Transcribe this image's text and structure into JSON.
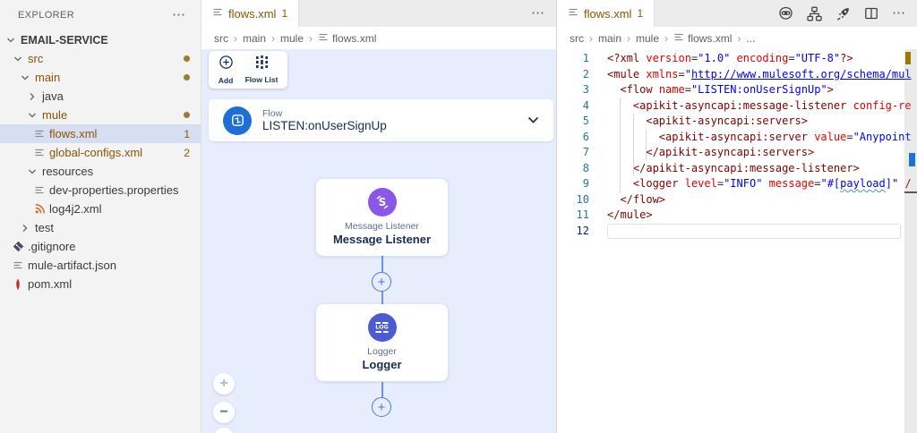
{
  "colors": {
    "modified": "#895503",
    "canvas_bg": "#e7edfc",
    "flow_blue": "#1d6fd6",
    "listener_purple": "#8a57e8",
    "logger_indigo": "#4a5bd4",
    "connector_blue": "#6b94d6",
    "code_tag": "#800000",
    "code_attr": "#e50000",
    "code_value": "#0000ff",
    "ruler_modified": "#9a7b00",
    "ruler_info": "#2172cf"
  },
  "sidebar": {
    "title": "EXPLORER",
    "more_glyph": "⋯",
    "tree": [
      {
        "label": "EMAIL-SERVICE",
        "depth": 0,
        "type": "folder",
        "chev": "down",
        "bold": true
      },
      {
        "label": "src",
        "depth": 1,
        "type": "folder",
        "chev": "down",
        "modified": true,
        "dot": true
      },
      {
        "label": "main",
        "depth": 2,
        "type": "folder",
        "chev": "down",
        "modified": true,
        "dot": true
      },
      {
        "label": "java",
        "depth": 3,
        "type": "folder",
        "chev": "right"
      },
      {
        "label": "mule",
        "depth": 3,
        "type": "folder",
        "chev": "down",
        "modified": true,
        "dot": true
      },
      {
        "label": "flows.xml",
        "depth": 4,
        "type": "file",
        "icon": "file",
        "modified": true,
        "badge": "1",
        "selected": true
      },
      {
        "label": "global-configs.xml",
        "depth": 4,
        "type": "file",
        "icon": "file",
        "modified": true,
        "badge": "2"
      },
      {
        "label": "resources",
        "depth": 3,
        "type": "folder",
        "chev": "down"
      },
      {
        "label": "dev-properties.properties",
        "depth": 4,
        "type": "file",
        "icon": "file"
      },
      {
        "label": "log4j2.xml",
        "depth": 4,
        "type": "file",
        "icon": "rss"
      },
      {
        "label": "test",
        "depth": 2,
        "type": "folder",
        "chev": "right"
      },
      {
        "label": ".gitignore",
        "depth": 1,
        "type": "file",
        "icon": "git"
      },
      {
        "label": "mule-artifact.json",
        "depth": 1,
        "type": "file",
        "icon": "file"
      },
      {
        "label": "pom.xml",
        "depth": 1,
        "type": "file",
        "icon": "maven"
      }
    ]
  },
  "flow_panel": {
    "tab": {
      "label": "flows.xml",
      "badge": "1"
    },
    "more_glyph": "⋯",
    "breadcrumb": [
      {
        "label": "src"
      },
      {
        "label": "main"
      },
      {
        "label": "mule"
      },
      {
        "label": "flows.xml",
        "icon": "file"
      }
    ],
    "toolbar": {
      "add_label": "Add",
      "flow_list_label": "Flow List"
    },
    "flow_card": {
      "type_label": "Flow",
      "title": "LISTEN:onUserSignUp"
    },
    "nodes": [
      {
        "caption": "Message Listener",
        "title": "Message Listener"
      },
      {
        "caption": "Logger",
        "title": "Logger"
      }
    ],
    "zoom_controls": {
      "zoom_in": "+",
      "zoom_out": "−"
    }
  },
  "code_panel": {
    "tab": {
      "label": "flows.xml",
      "badge": "1"
    },
    "actions": [
      "copilot",
      "flow-diagram",
      "rocket",
      "split-editor"
    ],
    "more_glyph": "⋯",
    "breadcrumb": [
      {
        "label": "src"
      },
      {
        "label": "main"
      },
      {
        "label": "mule"
      },
      {
        "label": "flows.xml",
        "icon": "file"
      },
      {
        "label": "..."
      }
    ],
    "lines": [
      {
        "n": "1",
        "i": 0,
        "t": [
          [
            "tag",
            "<?xml"
          ],
          [
            "pl",
            " "
          ],
          [
            "at",
            "version"
          ],
          [
            "eq",
            "="
          ],
          [
            "vl",
            "\"1.0\""
          ],
          [
            "pl",
            " "
          ],
          [
            "at",
            "encoding"
          ],
          [
            "eq",
            "="
          ],
          [
            "vl",
            "\"UTF-8\""
          ],
          [
            "tag",
            "?>"
          ]
        ]
      },
      {
        "n": "2",
        "i": 0,
        "t": [
          [
            "tag",
            "<mule"
          ],
          [
            "pl",
            " "
          ],
          [
            "at",
            "xmlns"
          ],
          [
            "eq",
            "="
          ],
          [
            "vl",
            "\""
          ],
          [
            "lk",
            "http://www.mulesoft.org/schema/mul"
          ]
        ]
      },
      {
        "n": "3",
        "i": 2,
        "t": [
          [
            "tag",
            "<flow"
          ],
          [
            "pl",
            " "
          ],
          [
            "at",
            "name"
          ],
          [
            "eq",
            "="
          ],
          [
            "vl",
            "\"LISTEN:onUserSignUp\""
          ],
          [
            "tag",
            ">"
          ]
        ]
      },
      {
        "n": "4",
        "i": 4,
        "t": [
          [
            "tag",
            "<apikit-asyncapi:message-listener"
          ],
          [
            "pl",
            " "
          ],
          [
            "at",
            "config-re"
          ]
        ]
      },
      {
        "n": "5",
        "i": 6,
        "t": [
          [
            "tag",
            "<apikit-asyncapi:servers>"
          ]
        ]
      },
      {
        "n": "6",
        "i": 8,
        "t": [
          [
            "tag",
            "<apikit-asyncapi:server"
          ],
          [
            "pl",
            " "
          ],
          [
            "at",
            "value"
          ],
          [
            "eq",
            "="
          ],
          [
            "vl",
            "\"Anypoint"
          ]
        ]
      },
      {
        "n": "7",
        "i": 6,
        "t": [
          [
            "tag",
            "</apikit-asyncapi:servers>"
          ]
        ]
      },
      {
        "n": "8",
        "i": 4,
        "t": [
          [
            "tag",
            "</apikit-asyncapi:message-listener>"
          ]
        ]
      },
      {
        "n": "9",
        "i": 4,
        "t": [
          [
            "tag",
            "<logger"
          ],
          [
            "pl",
            " "
          ],
          [
            "at",
            "level"
          ],
          [
            "eq",
            "="
          ],
          [
            "vl",
            "\"INFO\""
          ],
          [
            "pl",
            " "
          ],
          [
            "at",
            "message"
          ],
          [
            "eq",
            "="
          ],
          [
            "vl",
            "\"#["
          ],
          [
            "wv",
            "payload"
          ],
          [
            "vl",
            "]\""
          ],
          [
            "pl",
            " "
          ],
          [
            "tag",
            "/"
          ]
        ]
      },
      {
        "n": "10",
        "i": 2,
        "t": [
          [
            "tag",
            "</flow>"
          ]
        ]
      },
      {
        "n": "11",
        "i": 0,
        "t": [
          [
            "tag",
            "</mule>"
          ]
        ]
      },
      {
        "n": "12",
        "i": 0,
        "t": [],
        "current": true
      }
    ]
  }
}
